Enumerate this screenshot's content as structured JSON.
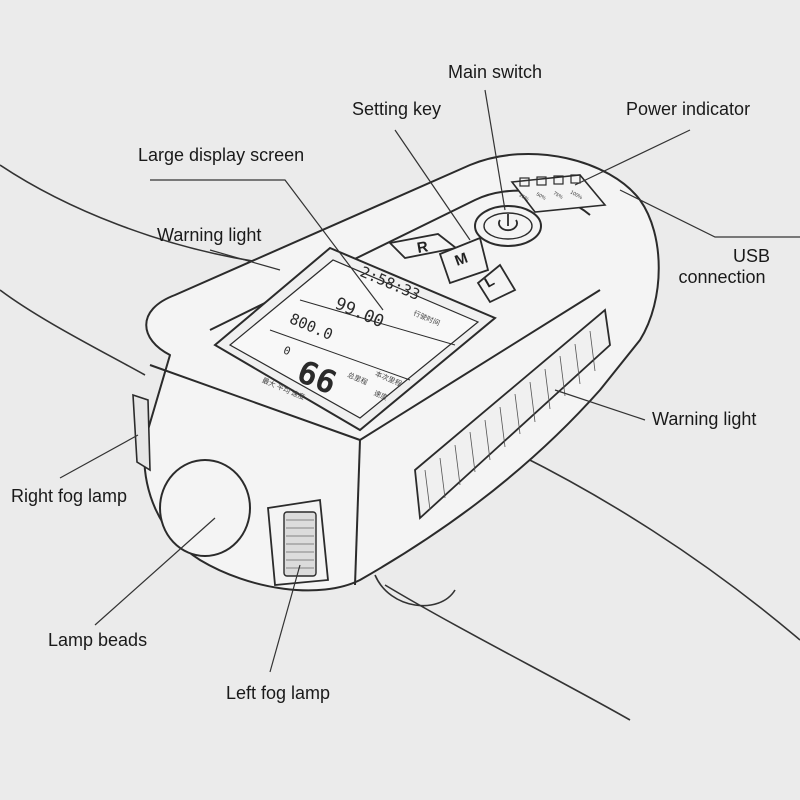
{
  "labels": {
    "main_switch": "Main switch",
    "setting_key": "Setting key",
    "power_indicator": "Power indicator",
    "large_display": "Large display screen",
    "warning_light_top": "Warning light",
    "usb_line1": "USB",
    "usb_line2": "connection",
    "warning_light_side": "Warning light",
    "right_fog": "Right fog lamp",
    "lamp_beads": "Lamp beads",
    "left_fog": "Left fog lamp"
  },
  "buttons": {
    "r": "R",
    "m": "M",
    "l": "L"
  },
  "battery_levels": [
    "25%",
    "50%",
    "75%",
    "100%"
  ],
  "display": {
    "time": "2:58:33",
    "trip": "99.00",
    "odo": "800.0",
    "speed": "66",
    "speed_prefix": "0",
    "time_caption": "行驶时间",
    "trip_caption": "本次里程",
    "odo_caption": "总里程",
    "speed_caption": "速度",
    "bottom_caption": "最大 平均 速度"
  },
  "colors": {
    "background": "#ebebeb",
    "stroke": "#2b2b2b",
    "device_fill": "#f4f4f4"
  }
}
